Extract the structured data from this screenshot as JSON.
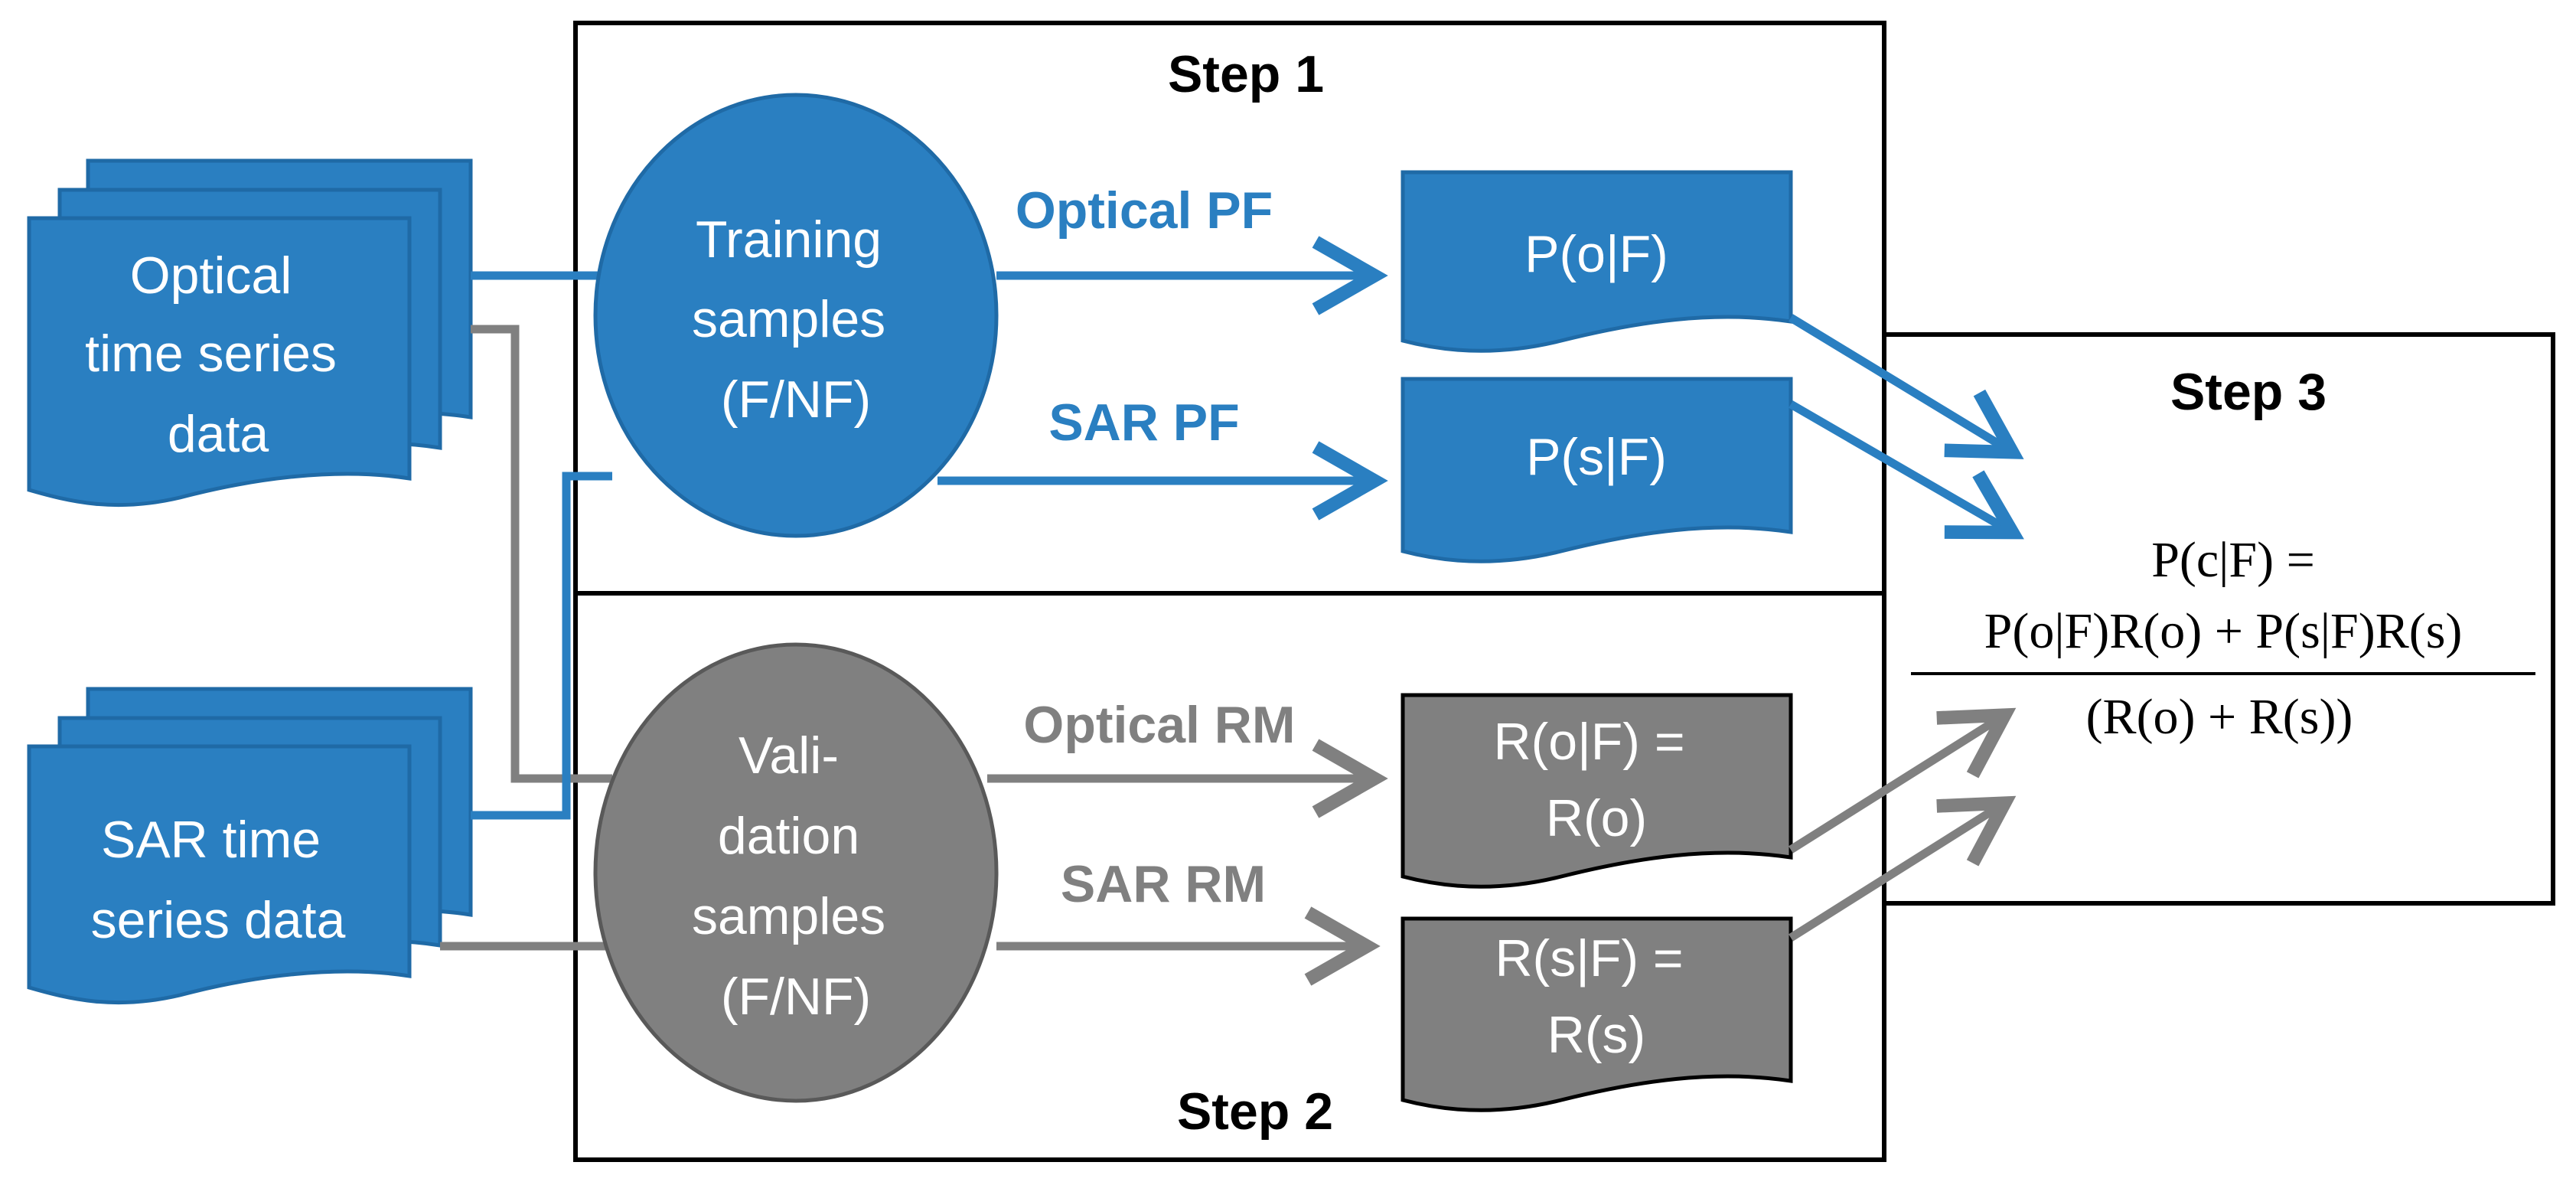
{
  "colors": {
    "blue": "#2a7fc1",
    "blue_edge": "#1f6aa6",
    "gray": "#808080",
    "gray_edge": "#595959",
    "black": "#000000",
    "white": "#ffffff"
  },
  "inputs": {
    "optical": [
      "Optical",
      "time series",
      "data"
    ],
    "sar": [
      "SAR time",
      "series data"
    ]
  },
  "steps": {
    "step1": "Step 1",
    "step2": "Step 2",
    "step3": "Step 3"
  },
  "samples": {
    "training": [
      "Training",
      "samples",
      "(F/NF)"
    ],
    "validation": [
      "Vali-",
      "dation",
      "samples",
      "(F/NF)"
    ]
  },
  "arrow_labels": {
    "optical_pf": "Optical PF",
    "sar_pf": "SAR PF",
    "optical_rm": "Optical RM",
    "sar_rm": "SAR RM"
  },
  "outputs": {
    "p_o_f": "P(o|F)",
    "p_s_f": "P(s|F)",
    "r_o_f": [
      "R(o|F) =",
      "R(o)"
    ],
    "r_s_f": [
      "R(s|F) =",
      "R(s)"
    ]
  },
  "formula": {
    "lhs": "P(c|F) =",
    "numerator": "P(o|F)R(o) + P(s|F)R(s)",
    "denominator": "(R(o) + R(s))"
  }
}
